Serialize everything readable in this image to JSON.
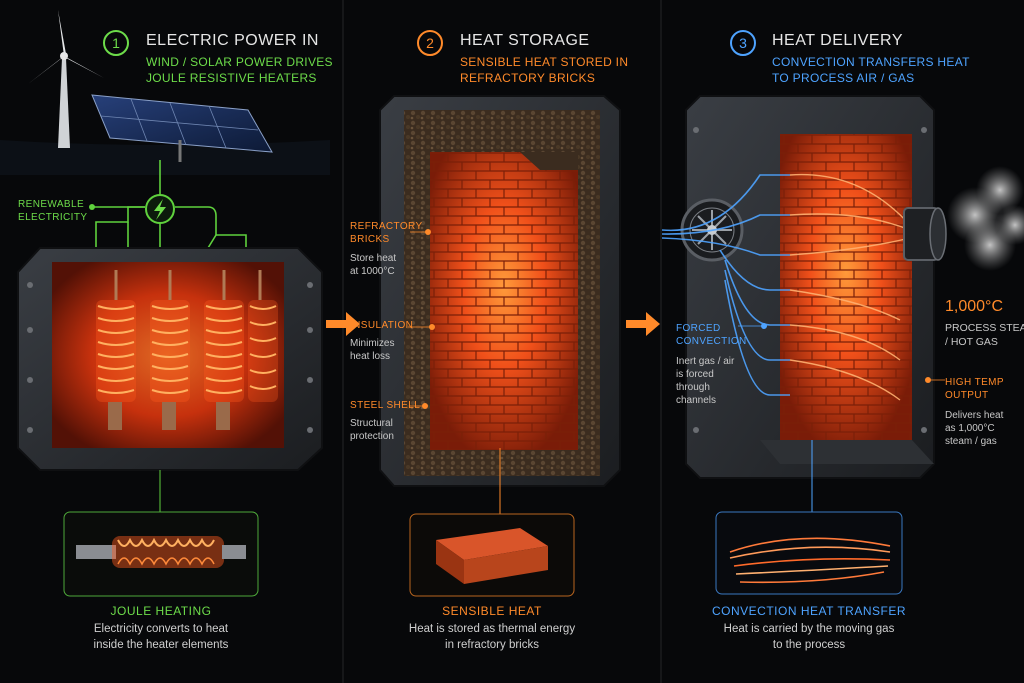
{
  "colors": {
    "step1": "#6ddc4a",
    "step2": "#ff8a2a",
    "step3": "#4ea3ff",
    "heat": "#ff4a14",
    "steel": "#2a2d31"
  },
  "icons": [
    "wind-turbine-icon",
    "solar-panel-icon",
    "lightning-bolt-icon",
    "fan-icon",
    "steam-icon",
    "arrow-right-icon"
  ],
  "steps": [
    {
      "number": "1",
      "title": "ELECTRIC POWER IN",
      "subtitle_line1": "WIND / SOLAR POWER DRIVES",
      "subtitle_line2": "JOULE RESISTIVE HEATERS",
      "side_label_line1": "RENEWABLE",
      "side_label_line2": "ELECTRICITY",
      "caption_title": "JOULE HEATING",
      "caption_line1": "Electricity converts to heat",
      "caption_line2": "inside the heater elements"
    },
    {
      "number": "2",
      "title": "HEAT STORAGE",
      "subtitle_line1": "SENSIBLE HEAT STORED IN",
      "subtitle_line2": "REFRACTORY BRICKS",
      "labels": [
        {
          "title1": "REFRACTORY",
          "title2": "BRICKS",
          "body1": "Store heat",
          "body2": "at 1000°C"
        },
        {
          "title1": "INSULATION",
          "title2": "",
          "body1": "Minimizes",
          "body2": "heat loss"
        },
        {
          "title1": "STEEL SHELL",
          "title2": "",
          "body1": "Structural",
          "body2": "protection"
        }
      ],
      "caption_title": "SENSIBLE HEAT",
      "caption_line1": "Heat is stored as thermal energy",
      "caption_line2": "in refractory bricks"
    },
    {
      "number": "3",
      "title": "HEAT DELIVERY",
      "subtitle_line1": "CONVECTION TRANSFERS HEAT",
      "subtitle_line2": "TO PROCESS AIR / GAS",
      "left_label": {
        "title1": "FORCED",
        "title2": "CONVECTION",
        "body1": "Inert gas / air",
        "body2": "is forced",
        "body3": "through",
        "body4": "channels"
      },
      "temp": "1,000°C",
      "temp_line1": "PROCESS STEAM",
      "temp_line2": "/ HOT GAS",
      "output_label": {
        "title1": "HIGH TEMP",
        "title2": "OUTPUT",
        "body1": "Delivers heat",
        "body2": "as 1,000°C",
        "body3": "steam / gas"
      },
      "caption_title": "CONVECTION HEAT TRANSFER",
      "caption_line1": "Heat is carried by the moving gas",
      "caption_line2": "to the process"
    }
  ]
}
